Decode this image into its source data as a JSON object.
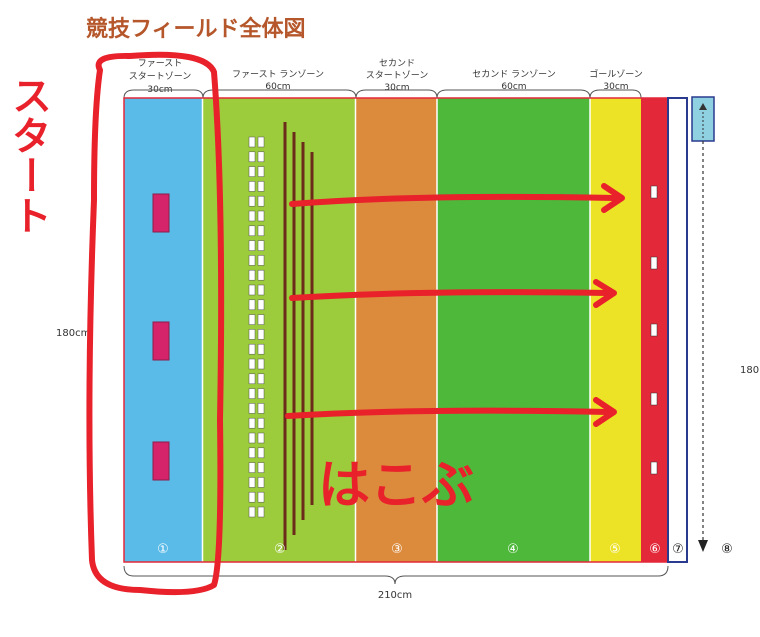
{
  "title": "競技フィールド全体図",
  "zones": [
    {
      "label_line1": "ファースト",
      "label_line2": "スタートゾーン",
      "width": "30cm",
      "num": "①",
      "color": "#5bbbe8"
    },
    {
      "label_line1": "ファースト ランゾーン",
      "label_line2": "",
      "width": "60cm",
      "num": "②",
      "color": "#9ccb3c"
    },
    {
      "label_line1": "セカンド",
      "label_line2": "スタートゾーン",
      "width": "30cm",
      "num": "③",
      "color": "#dc8b3c"
    },
    {
      "label_line1": "セカンド ランゾーン",
      "label_line2": "",
      "width": "60cm",
      "num": "④",
      "color": "#4db83a"
    },
    {
      "label_line1": "ゴールゾーン",
      "label_line2": "",
      "width": "30cm",
      "num": "⑤",
      "color": "#ece226"
    },
    {
      "label_line1": "",
      "label_line2": "",
      "width": "10cm",
      "num": "⑥",
      "color": "#e3283a"
    }
  ],
  "zone7_num": "⑦",
  "zone8_num": "⑧",
  "total_width": "210cm",
  "height_left": "180cm",
  "height_right": "180",
  "annotations": {
    "start": "スタート",
    "carry": "はこぶ"
  },
  "colors": {
    "handwriting": "#e8212b",
    "frame": "#2a3a8f",
    "title": "#b5562b",
    "marker": "#d6246b"
  }
}
